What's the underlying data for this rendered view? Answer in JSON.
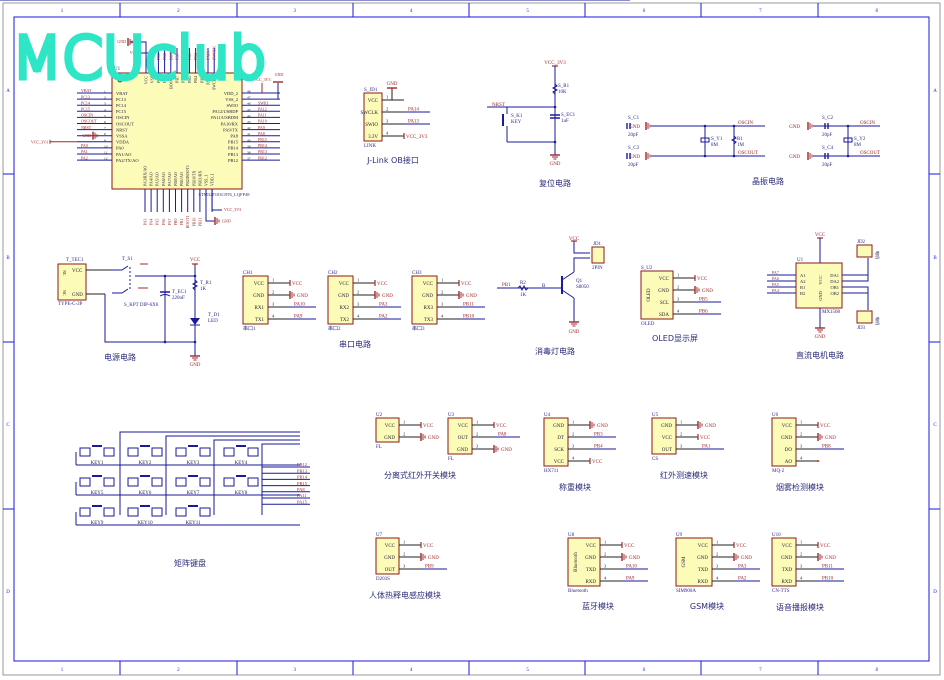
{
  "logo": "MCUclub",
  "colors": {
    "wire": "#1a1a9a",
    "pin_line": "#202020",
    "net": "#a02828",
    "body": "#fdfbb8",
    "body_border": "#8b1a1a",
    "pin_text": "#202040",
    "ref": "#2a2a8a",
    "title": "#2c2c7a",
    "frame": "#1a1ae0",
    "logo": "#2ee6c6"
  },
  "frame": {
    "cols": [
      "1",
      "2",
      "3",
      "4",
      "5",
      "6",
      "7",
      "8"
    ],
    "rows": [
      "A",
      "B",
      "C",
      "D"
    ]
  },
  "mcu": {
    "ref": "U1",
    "part": "STM32F103C8T6_LQFP48",
    "left": [
      {
        "num": "1",
        "name": "VBAT",
        "net": "VBAT"
      },
      {
        "num": "2",
        "name": "PC13",
        "net": "PC13"
      },
      {
        "num": "3",
        "name": "PC14",
        "net": "PC14"
      },
      {
        "num": "4",
        "name": "PC15",
        "net": "PC15"
      },
      {
        "num": "5",
        "name": "OSCIN",
        "net": "OSCIN"
      },
      {
        "num": "6",
        "name": "OSCOUT",
        "net": "OSCOUT"
      },
      {
        "num": "7",
        "name": "NRST",
        "net": "NRST"
      },
      {
        "num": "8",
        "name": "VSSA",
        "net": "GND"
      },
      {
        "num": "9",
        "name": "VDDA",
        "net": "VCC_3V3"
      },
      {
        "num": "10",
        "name": "PA0",
        "net": "PA0"
      },
      {
        "num": "11",
        "name": "PA1/AO",
        "net": "PA1"
      },
      {
        "num": "12",
        "name": "PA2/TX/AO",
        "net": "PA2"
      }
    ],
    "right": [
      {
        "num": "48",
        "name": "VDD_2",
        "net": "VCC_3V3"
      },
      {
        "num": "47",
        "name": "VSS_2",
        "net": "GND"
      },
      {
        "num": "46",
        "name": "SWIO",
        "net": "SWIO"
      },
      {
        "num": "45",
        "name": "PA12/USBDP",
        "net": "PA12"
      },
      {
        "num": "44",
        "name": "PA11/USBDM",
        "net": "PA11"
      },
      {
        "num": "43",
        "name": "PA10/RX",
        "net": "PA10"
      },
      {
        "num": "42",
        "name": "PA9/TX",
        "net": "PA9"
      },
      {
        "num": "41",
        "name": "PA8",
        "net": "PA8"
      },
      {
        "num": "40",
        "name": "PB15",
        "net": "PB15"
      },
      {
        "num": "39",
        "name": "PB14",
        "net": "PB14"
      },
      {
        "num": "38",
        "name": "PB13",
        "net": "PB13"
      },
      {
        "num": "37",
        "name": "PB12",
        "net": "PB12"
      }
    ],
    "top": [
      {
        "name": "VCC",
        "net": "VCC"
      },
      {
        "name": "VSS",
        "net": "GND"
      },
      {
        "name": "PB9",
        "net": "PB9"
      },
      {
        "name": "PB8",
        "net": "PB8"
      },
      {
        "name": "BOOT0",
        "net": "BOOT0"
      },
      {
        "name": "PB7",
        "net": "PB7"
      },
      {
        "name": "PB6",
        "net": "PB6"
      },
      {
        "name": "PB5",
        "net": "PB5"
      },
      {
        "name": "PB4",
        "net": "PB4"
      },
      {
        "name": "PB3",
        "net": "PB3"
      },
      {
        "name": "PA15",
        "net": "PA15"
      },
      {
        "name": "SWCLK",
        "net": "SWCLK"
      }
    ],
    "bottom": [
      {
        "name": "PA3/RX/AO",
        "net": "PA3"
      },
      {
        "name": "PA4/AO",
        "net": "PA4"
      },
      {
        "name": "PA5/AO",
        "net": "PA5"
      },
      {
        "name": "PA6/AO",
        "net": "PA6"
      },
      {
        "name": "PA7/AO",
        "net": "PA7"
      },
      {
        "name": "PB0/AO",
        "net": "PB0"
      },
      {
        "name": "PB1/AO",
        "net": "PB1"
      },
      {
        "name": "PB2/BOOT1",
        "net": "BOOT1"
      },
      {
        "name": "PB10/TX",
        "net": "PB10"
      },
      {
        "name": "PB11/RX",
        "net": "PB11"
      },
      {
        "name": "VSS_1",
        "net": ""
      },
      {
        "name": "VDD_1",
        "net": ""
      }
    ],
    "power": {
      "gnd": "GND",
      "vcc": "VCC",
      "vcc3": "VCC_3V3"
    }
  },
  "modules": {
    "jlink": {
      "ref": "S_JD1",
      "part": "LINK",
      "title": "J-Link OB接口",
      "pins": [
        {
          "num": "1",
          "name": "VCC",
          "net": "GND",
          "type": "gndup"
        },
        {
          "num": "2",
          "name": "SWCLK",
          "net": "PA14",
          "type": "net"
        },
        {
          "num": "3",
          "name": "SWIO",
          "net": "PA13",
          "type": "net"
        },
        {
          "num": "4",
          "name": "3.3V",
          "net": "VCC_3V3",
          "type": "vcc"
        }
      ]
    },
    "ch1": {
      "ref": "CH1",
      "part": "串口1",
      "pins": [
        {
          "num": "1",
          "name": "VCC",
          "net": "VCC",
          "type": "vcc"
        },
        {
          "num": "2",
          "name": "GND",
          "net": "GND",
          "type": "gnd"
        },
        {
          "num": "3",
          "name": "RX1",
          "net": "PA10",
          "type": "net"
        },
        {
          "num": "4",
          "name": "TX1",
          "net": "PA9",
          "type": "net"
        }
      ]
    },
    "ch2": {
      "ref": "CH2",
      "part": "串口2",
      "pins": [
        {
          "num": "1",
          "name": "VCC",
          "net": "VCC",
          "type": "vcc"
        },
        {
          "num": "2",
          "name": "GND",
          "net": "GND",
          "type": "gnd"
        },
        {
          "num": "3",
          "name": "RX2",
          "net": "PA3",
          "type": "net"
        },
        {
          "num": "4",
          "name": "TX2",
          "net": "PA2",
          "type": "net"
        }
      ]
    },
    "ch3": {
      "ref": "CH3",
      "part": "串口3",
      "pins": [
        {
          "num": "1",
          "name": "VCC",
          "net": "VCC",
          "type": "vcc"
        },
        {
          "num": "2",
          "name": "GND",
          "net": "GND",
          "type": "gnd"
        },
        {
          "num": "3",
          "name": "RX3",
          "net": "PB11",
          "type": "net"
        },
        {
          "num": "4",
          "name": "TX3",
          "net": "PB10",
          "type": "net"
        }
      ]
    },
    "oled": {
      "ref": "S_U2",
      "part": "OLED",
      "inner": "OLED",
      "title": "OLED显示屏",
      "pins": [
        {
          "num": "1",
          "name": "VCC",
          "net": "VCC",
          "type": "vcc"
        },
        {
          "num": "2",
          "name": "GND",
          "net": "GND",
          "type": "gnd"
        },
        {
          "num": "3",
          "name": "SCL",
          "net": "PB5",
          "type": "net"
        },
        {
          "num": "4",
          "name": "SDA",
          "net": "PB6",
          "type": "net"
        }
      ]
    },
    "u2": {
      "ref": "U2",
      "part": "FL",
      "pins": [
        {
          "num": "1",
          "name": "VCC",
          "net": "VCC",
          "type": "vcc"
        },
        {
          "num": "2",
          "name": "GND",
          "net": "GND",
          "type": "gnd"
        }
      ]
    },
    "u3": {
      "ref": "U3",
      "part": "FL",
      "pins": [
        {
          "num": "1",
          "name": "VCC",
          "net": "VCC",
          "type": "vcc"
        },
        {
          "num": "2",
          "name": "OUT",
          "net": "PA8",
          "type": "net"
        },
        {
          "num": "3",
          "name": "GND",
          "net": "GND",
          "type": "gnd"
        }
      ]
    },
    "u4": {
      "ref": "U4",
      "part": "HX711",
      "title": "称重模块",
      "pins": [
        {
          "num": "1",
          "name": "GND",
          "net": "GND",
          "type": "gnd"
        },
        {
          "num": "2",
          "name": "DT",
          "net": "PB3",
          "type": "net"
        },
        {
          "num": "3",
          "name": "SCK",
          "net": "PB4",
          "type": "net"
        },
        {
          "num": "4",
          "name": "VCC",
          "net": "VCC",
          "type": "vcc"
        }
      ]
    },
    "u5": {
      "ref": "U5",
      "part": "CS",
      "title": "红外测速模块",
      "pins": [
        {
          "num": "1",
          "name": "GND",
          "net": "GND",
          "type": "gnd"
        },
        {
          "num": "2",
          "name": "VCC",
          "net": "VCC",
          "type": "vcc"
        },
        {
          "num": "3",
          "name": "OUT",
          "net": "PA1",
          "type": "net"
        }
      ]
    },
    "u6": {
      "ref": "U6",
      "part": "MQ-2",
      "title": "烟雾检测模块",
      "pins": [
        {
          "num": "1",
          "name": "VCC",
          "net": "VCC",
          "type": "vcc"
        },
        {
          "num": "2",
          "name": "GND",
          "net": "GND",
          "type": "gnd"
        },
        {
          "num": "3",
          "name": "DO",
          "net": "PB8",
          "type": "net"
        },
        {
          "num": "4",
          "name": "AO",
          "net": "",
          "type": "nc"
        }
      ]
    },
    "u7": {
      "ref": "U7",
      "part": "D203S",
      "title": "人体热释电感应模块",
      "pins": [
        {
          "num": "1",
          "name": "VCC",
          "net": "VCC",
          "type": "vcc"
        },
        {
          "num": "2",
          "name": "GND",
          "net": "GND",
          "type": "gnd"
        },
        {
          "num": "3",
          "name": "OUT",
          "net": "PB9",
          "type": "net"
        }
      ]
    },
    "u8": {
      "ref": "U8",
      "part": "Bluetooth",
      "inner": "Bluetooth",
      "title": "蓝牙模块",
      "pins": [
        {
          "num": "1",
          "name": "VCC",
          "net": "VCC",
          "type": "vcc"
        },
        {
          "num": "2",
          "name": "GND",
          "net": "GND",
          "type": "gnd"
        },
        {
          "num": "3",
          "name": "TXD",
          "net": "PA10",
          "type": "net"
        },
        {
          "num": "4",
          "name": "RXD",
          "net": "PA9",
          "type": "net"
        }
      ]
    },
    "u9": {
      "ref": "U9",
      "part": "SIM900A",
      "inner": "GSM",
      "title": "GSM模块",
      "pins": [
        {
          "num": "1",
          "name": "VCC",
          "net": "VCC",
          "type": "vcc"
        },
        {
          "num": "2",
          "name": "GND",
          "net": "GND",
          "type": "gnd"
        },
        {
          "num": "3",
          "name": "TXD",
          "net": "PA3",
          "type": "net"
        },
        {
          "num": "4",
          "name": "RXD",
          "net": "PA2",
          "type": "net"
        }
      ]
    },
    "u10": {
      "ref": "U10",
      "part": "CN-TTS",
      "title": "语音播报模块",
      "pins": [
        {
          "num": "1",
          "name": "VCC",
          "net": "VCC",
          "type": "vcc"
        },
        {
          "num": "2",
          "name": "GND",
          "net": "GND",
          "type": "gnd"
        },
        {
          "num": "3",
          "name": "TXD",
          "net": "PB11",
          "type": "net"
        },
        {
          "num": "4",
          "name": "RXD",
          "net": "PB10",
          "type": "net"
        }
      ]
    }
  },
  "titles": {
    "ir_switch": "分离式红外开关模块",
    "power": "电源电路",
    "uart": "串口电路",
    "lamp": "消毒灯电路",
    "motor": "直流电机电路",
    "reset": "复位电路",
    "crystal": "晶振电路",
    "keypad": "矩阵键盘"
  },
  "power": {
    "conn_ref": "T_TEC1",
    "conn_part": "TYPE-C-2P",
    "conn_pins": [
      "VCC",
      "GND"
    ],
    "nc": "NC",
    "switch_ref": "T_S1",
    "switch_part": "S_KPT DIP-6X6",
    "cap_ref": "T_EC1",
    "cap_val": "220uF",
    "res_ref": "T_R1",
    "res_val": "1K",
    "led_ref": "T_D1",
    "led_val": "LED",
    "vcc": "VCC",
    "gnd": "GND"
  },
  "reset": {
    "vcc": "VCC_3V3",
    "res_ref": "S_R1",
    "res_val": "10K",
    "cap_ref": "S_EC1",
    "cap_val": "1uF",
    "key_ref": "S_K1",
    "key_val": "KEY",
    "net": "NRST",
    "gnd": "GND"
  },
  "crystal": {
    "gnd": "GND",
    "c1": "S_C1",
    "c2": "S_C2",
    "c3": "S_C3",
    "c4": "S_C4",
    "cval": "20pF",
    "y1": "S_Y1",
    "y2": "S_Y2",
    "yval": "8M",
    "r1": "R1",
    "rval": "1M",
    "oscin": "OSCIN",
    "oscout": "OSCOUT"
  },
  "lamp": {
    "vcc": "VCC",
    "jd_ref": "JD1",
    "jd_part": "2PIN",
    "q_ref": "Q1",
    "q_part": "S8050",
    "r_ref": "R2",
    "r_val": "1K",
    "net": "PB1",
    "base": "B",
    "gnd": "GND"
  },
  "motor": {
    "ref": "U1",
    "part": "MX1508",
    "vcc": "VCC",
    "gnd": "GND",
    "left": [
      "A1",
      "A2",
      "B1",
      "B2"
    ],
    "right": [
      "DA1",
      "DA2",
      "OB1",
      "OB2"
    ],
    "inner_vcc": "VCC",
    "inner_gnd": "GND",
    "nets": [
      "PA7",
      "PA6",
      "PA5",
      "PA4"
    ],
    "jd2": "JD2",
    "jd3": "JD3",
    "motor_label": "电机"
  },
  "keypad": {
    "keys": [
      "KEY1",
      "KEY2",
      "KEY3",
      "KEY4",
      "KEY5",
      "KEY6",
      "KEY7",
      "KEY8",
      "KEY9",
      "KEY10",
      "KEY11"
    ],
    "nets": [
      "PB12",
      "PB13",
      "PB14",
      "PB15",
      "PA8",
      "PA11",
      "PA15"
    ]
  }
}
